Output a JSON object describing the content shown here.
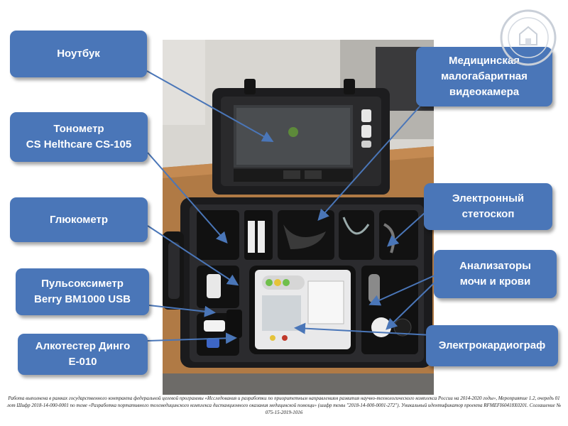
{
  "callouts": {
    "laptop": "Ноутбук",
    "tonometer": "Тонометр\nCS Helthcare CS-105",
    "glucometer": "Глюкометр",
    "pulse_oximeter": "Пульсоксиметр\nBerry BM1000 USB",
    "alcotester": "Алкотестер Динго\nE-010",
    "videocamera": "Медицинская\nмалогабаритная\nвидеокамера",
    "stethoscope": "Электронный\nстетоскоп",
    "analyzers": "Анализаторы\nмочи и крови",
    "ecg": "Электрокардиограф"
  },
  "footer": {
    "text": "Работа выполнена в рамках государственного контракта федеральной целевой программы «Исследования и разработки по приоритетным направлениям развития научно-технологического комплекса России на 2014-2020 годы», Мероприятие 1.2, очередь 01 лот Шифр 2018-14-000-0001 по теме «Разработка портативного телемедицинского комплекса дистанционного оказания медицинской помощи» (шифр темы \"2018-14-000-0001-272\"). Уникальный идентификатор проекта RFMEFI60418X0201. Соглашение № 075-15-2019-1016"
  },
  "colors": {
    "callout_bg": "#4a76b8",
    "arrow": "#4a76b8"
  }
}
